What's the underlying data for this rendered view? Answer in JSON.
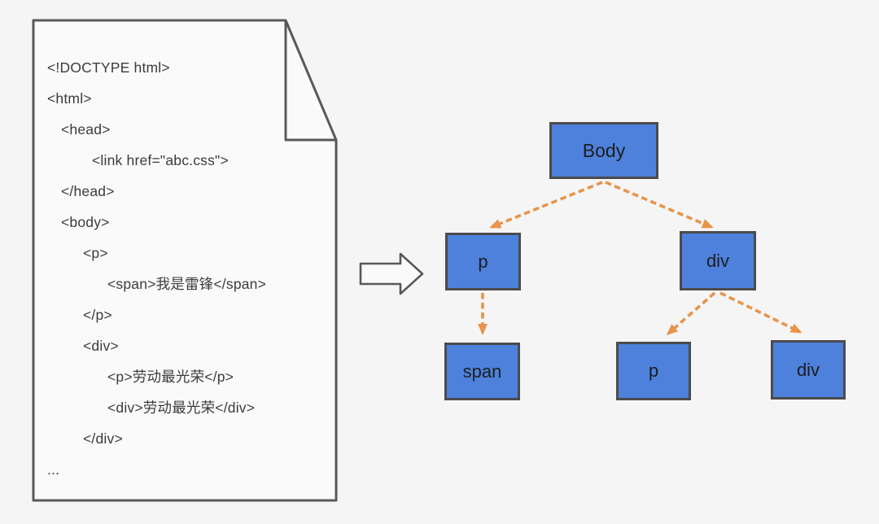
{
  "document": {
    "code_lines": [
      {
        "text": "<!DOCTYPE html>",
        "level": 0
      },
      {
        "text": "<html>",
        "level": 0
      },
      {
        "text": "<head>",
        "level": 1
      },
      {
        "text": "<link href=\"abc.css\">",
        "level": 3
      },
      {
        "text": "</head>",
        "level": 1
      },
      {
        "text": "<body>",
        "level": 1
      },
      {
        "text": "<p>",
        "level": 2
      },
      {
        "text": "<span>我是雷锋</span>",
        "level": 4
      },
      {
        "text": "</p>",
        "level": 2
      },
      {
        "text": "<div>",
        "level": 2
      },
      {
        "text": "<p>劳动最光荣</p>",
        "level": 4
      },
      {
        "text": "<div>劳动最光荣</div>",
        "level": 4
      },
      {
        "text": "</div>",
        "level": 2
      },
      {
        "text": "...",
        "level": 0
      }
    ]
  },
  "transform_arrow": {
    "direction": "right"
  },
  "tree": {
    "nodes": {
      "body": "Body",
      "p_left": "p",
      "div_right": "div",
      "span_child": "span",
      "p_child": "p",
      "div_child": "div"
    },
    "edges": [
      {
        "from": "body",
        "to": "p_left"
      },
      {
        "from": "body",
        "to": "div_right"
      },
      {
        "from": "p_left",
        "to": "span_child"
      },
      {
        "from": "div_right",
        "to": "p_child"
      },
      {
        "from": "div_right",
        "to": "div_child"
      }
    ]
  },
  "colors": {
    "background": "#F5F5F6",
    "doc_fill": "#FAFAFA",
    "outline_gray": "#58595B",
    "code_text": "#3B3B3D",
    "node_fill": "#4D81DB",
    "node_border": "#4B4B4D",
    "edge_orange": "#E8944A"
  }
}
